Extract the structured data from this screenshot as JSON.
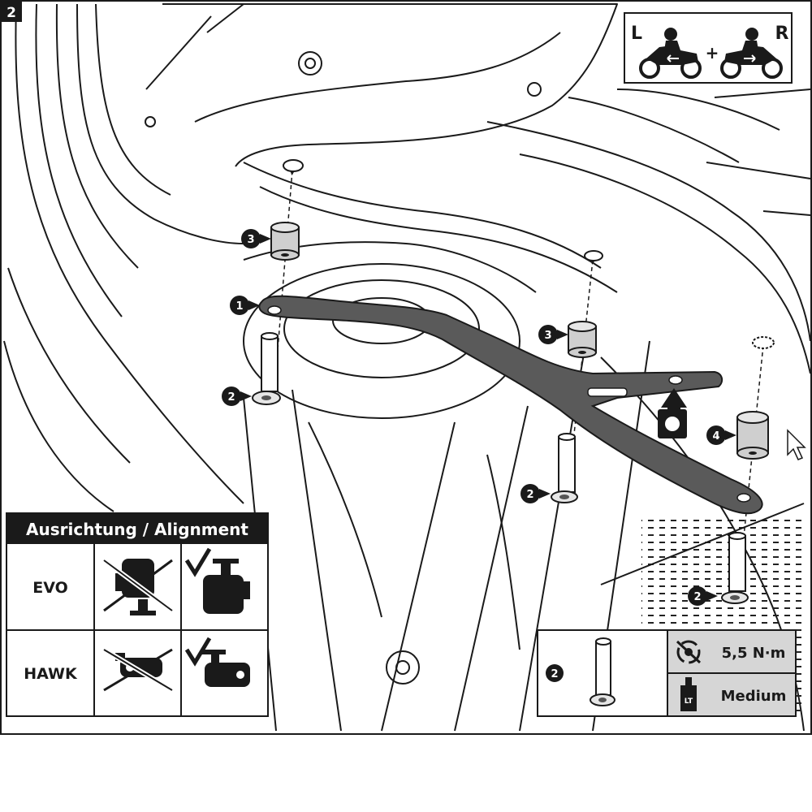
{
  "step_number": "2",
  "side_badge": {
    "left": "L",
    "plus": "+",
    "right": "R"
  },
  "callouts": {
    "spacer_a": "3",
    "bracket": "1",
    "bolt_a": "2",
    "spacer_b": "3",
    "bolt_b": "2",
    "spacer_c": "4",
    "bolt_c": "2"
  },
  "alignment_table": {
    "title": "Ausrichtung / Alignment",
    "rows": [
      {
        "label": "EVO"
      },
      {
        "label": "HAWK"
      }
    ]
  },
  "torque_box": {
    "part_number": "2",
    "torque_value": "5,5 N·m",
    "threadlock_icon_text": "LT",
    "threadlock_strength": "Medium"
  },
  "colors": {
    "line": "#1a1a1a",
    "bracket_fill": "#5a5a5a",
    "spacer_fill": "#cfcfcf",
    "header_fill": "#1a1a1a",
    "panel_gray": "#d4d4d4",
    "torque_cell_gray": "#d6d6d6"
  }
}
